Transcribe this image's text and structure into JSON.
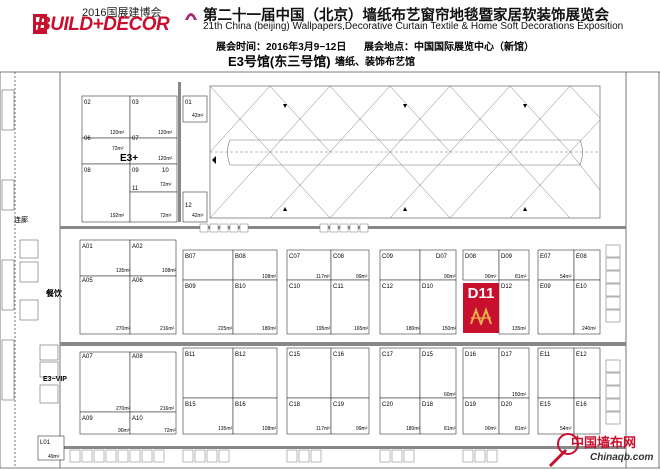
{
  "header": {
    "logo_year_text": "2016国展建博会",
    "logo_word": "BUILD+DECOR",
    "title_cn": "第二十一届中国（北京）墙纸布艺窗帘地毯暨家居软装饰展览会",
    "title_en": "21th China (beijing) Wallpapers,Decorative  Curtain Textile & Home Soft Decorations Exposition",
    "dates": "展会时间：2016年3月9−12日",
    "venue": "展会地点：中国国际展览中心（新馆）",
    "hall": "E3号馆(东三号馆)",
    "hall_sub": "墙纸、装饰布艺馆"
  },
  "labels": {
    "e3plus": "E3+",
    "canyin": "餐饮",
    "lianglang": "连廊",
    "e3vip": "E3−VIP",
    "d11": "D11"
  },
  "booths": {
    "top": [
      {
        "id": "02",
        "area": "120m²"
      },
      {
        "id": "03",
        "area": "120m²"
      },
      {
        "id": "06",
        "area": "72m²"
      },
      {
        "id": "07",
        "area": "120m²"
      },
      {
        "id": "08",
        "area": "192m²"
      },
      {
        "id": "09",
        "area": "72m²"
      },
      {
        "id": "10",
        "area": ""
      },
      {
        "id": "11",
        "area": "72m²"
      },
      {
        "id": "01",
        "area": "42m²"
      },
      {
        "id": "12",
        "area": "42m²"
      }
    ],
    "a": [
      {
        "id": "A01",
        "area": "135m²"
      },
      {
        "id": "A02",
        "area": "108m²"
      },
      {
        "id": "A05",
        "area": "270m²"
      },
      {
        "id": "A06",
        "area": "216m²"
      },
      {
        "id": "A07",
        "area": "270m²"
      },
      {
        "id": "A08",
        "area": "216m²"
      },
      {
        "id": "A09",
        "area": "90m²"
      },
      {
        "id": "A10",
        "area": "72m²"
      }
    ],
    "b": [
      {
        "id": "B07",
        "area": ""
      },
      {
        "id": "B08",
        "area": "108m²"
      },
      {
        "id": "B09",
        "area": "225m²"
      },
      {
        "id": "B10",
        "area": "180m²"
      },
      {
        "id": "B11",
        "area": ""
      },
      {
        "id": "B12",
        "area": ""
      },
      {
        "id": "B15",
        "area": "135m²"
      },
      {
        "id": "B16",
        "area": "108m²"
      }
    ],
    "c": [
      {
        "id": "C07",
        "area": "117m²"
      },
      {
        "id": "C08",
        "area": "99m²"
      },
      {
        "id": "C10",
        "area": "195m²"
      },
      {
        "id": "C11",
        "area": "165m²"
      },
      {
        "id": "C15",
        "area": ""
      },
      {
        "id": "C16",
        "area": ""
      },
      {
        "id": "C18",
        "area": "117m²"
      },
      {
        "id": "C19",
        "area": "99m²"
      }
    ],
    "cd": [
      {
        "id": "C09",
        "area": ""
      },
      {
        "id": "D07",
        "area": "90m²"
      },
      {
        "id": "C12",
        "area": "180m²"
      },
      {
        "id": "D10",
        "area": "150m²"
      },
      {
        "id": "C17",
        "area": ""
      },
      {
        "id": "D15",
        "area": "60m²"
      },
      {
        "id": "C20",
        "area": "180m²"
      },
      {
        "id": "D18",
        "area": "81m²"
      }
    ],
    "d": [
      {
        "id": "D08",
        "area": "90m²"
      },
      {
        "id": "D09",
        "area": "81m²"
      },
      {
        "id": "D12",
        "area": "135m²"
      },
      {
        "id": "D16",
        "area": ""
      },
      {
        "id": "D17",
        "area": "150m²"
      },
      {
        "id": "D19",
        "area": "90m²"
      },
      {
        "id": "D20",
        "area": "81m²"
      }
    ],
    "e": [
      {
        "id": "E07",
        "area": "54m²"
      },
      {
        "id": "E08",
        "area": ""
      },
      {
        "id": "E09",
        "area": "240m²"
      },
      {
        "id": "E10",
        "area": ""
      },
      {
        "id": "E11",
        "area": ""
      },
      {
        "id": "E12",
        "area": ""
      },
      {
        "id": "E15",
        "area": "54m²"
      },
      {
        "id": "E16",
        "area": ""
      }
    ],
    "l01": {
      "id": "L01",
      "area": "49m²"
    }
  },
  "watermark": {
    "cn": "中国墙布网",
    "en": "Chinaqb.com"
  }
}
